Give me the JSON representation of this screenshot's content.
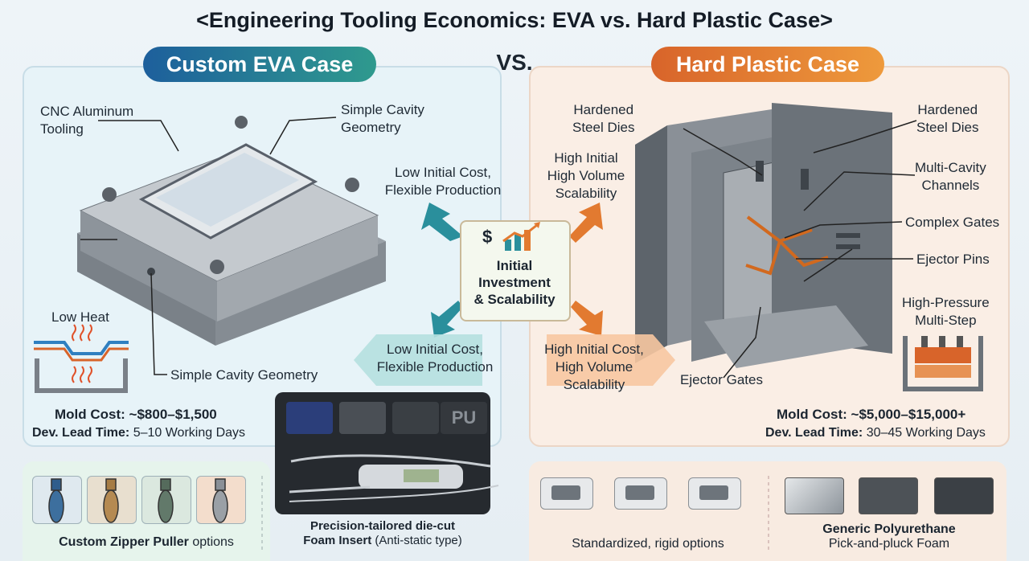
{
  "title": "<Engineering Tooling Economics: EVA vs. Hard Plastic Case>",
  "vs": "VS.",
  "eva": {
    "heading": "Custom EVA Case",
    "label_tooling": "CNC Aluminum\nTooling",
    "label_cavity_top": "Simple Cavity\nGeometry",
    "label_low_heat": "Low Heat",
    "label_cavity_bottom": "Simple Cavity Geometry",
    "arrow_up_text": "Low Initial Cost,\nFlexible Production",
    "arrow_down_text": "Low Initial Cost,\nFlexible Production",
    "mold_cost_label": "Mold Cost: ~$800–$1,500",
    "lead_label": "Dev. Lead Time:",
    "lead_value": "5–10 Working Days",
    "zipper_label_bold": "Custom Zipper Puller",
    "zipper_label_rest": "options",
    "foam_label_bold": "Precision-tailored die-cut\nFoam Insert",
    "foam_label_rest": "(Anti-static type)",
    "foam_swatch_text": "PU"
  },
  "center": {
    "icon": "$",
    "text": "Initial\nInvestment\n& Scalability"
  },
  "hard": {
    "heading": "Hard Plastic Case",
    "label_dies_left": "Hardened\nSteel Dies",
    "label_dies_right": "Hardened\nSteel Dies",
    "arrow_up_text": "High Initial\nHigh Volume\nScalability",
    "arrow_down_text": "High Initial Cost,\nHigh Volume\nScalability",
    "label_multi": "Multi-Cavity\nChannels",
    "label_gates": "Complex Gates",
    "label_pins": "Ejector Pins",
    "label_pressure": "High-Pressure\nMulti-Step",
    "label_ejector_gates": "Ejector Gates",
    "mold_cost_label": "Mold Cost: ~$5,000–$15,000+",
    "lead_label": "Dev. Lead Time:",
    "lead_value": "30–45 Working Days",
    "standard_label": "Standardized, rigid options",
    "foam_label_bold": "Generic Polyurethane",
    "foam_label_rest": "Pick-and-pluck Foam"
  },
  "colors": {
    "eva_blue": "#1d5f9c",
    "eva_teal": "#2f9a8e",
    "hp_orange": "#e27a30",
    "steel": "#6d747b"
  },
  "icons": [
    "cnc-mold-image",
    "steel-mold-image",
    "chart-up-icon",
    "heat-waves-icon",
    "zipper-puller-icon",
    "temperature-probe-image",
    "latch-clip-icon"
  ]
}
